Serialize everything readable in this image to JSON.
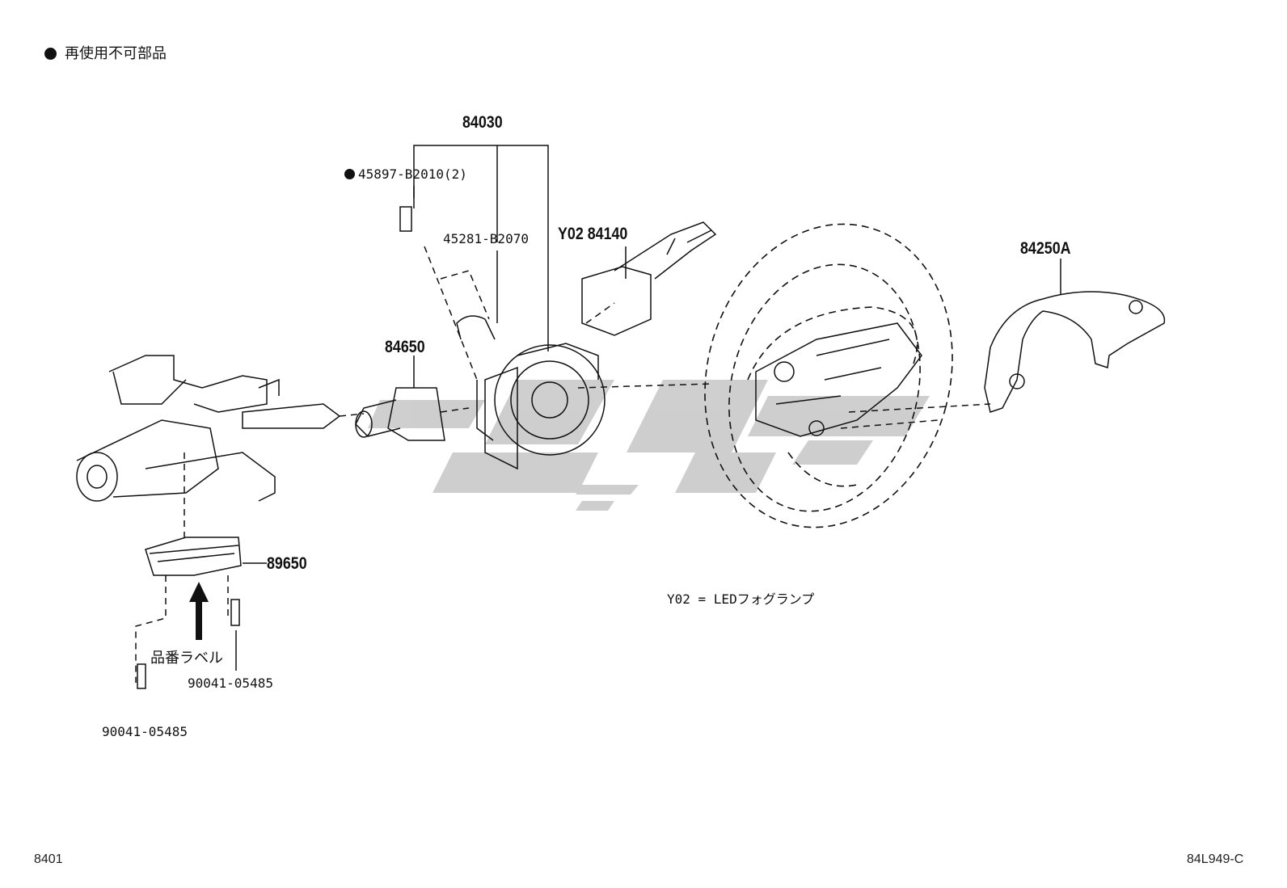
{
  "legend": {
    "text": "再使用不可部品"
  },
  "parts": {
    "p84030": "84030",
    "p45897": "45897-B2010(2)",
    "p45281": "45281-B2070",
    "p84140": "Y02 84140",
    "p84250A": "84250A",
    "p84650": "84650",
    "p89650": "89650",
    "label_part_no": "品番ラベル",
    "bolt1": "90041-05485",
    "bolt2": "90041-05485"
  },
  "note": {
    "text": "Y02 = LEDフォグランプ"
  },
  "footer": {
    "left": "8401",
    "right": "84L949-C"
  },
  "watermark_color": "#c8c8c8"
}
